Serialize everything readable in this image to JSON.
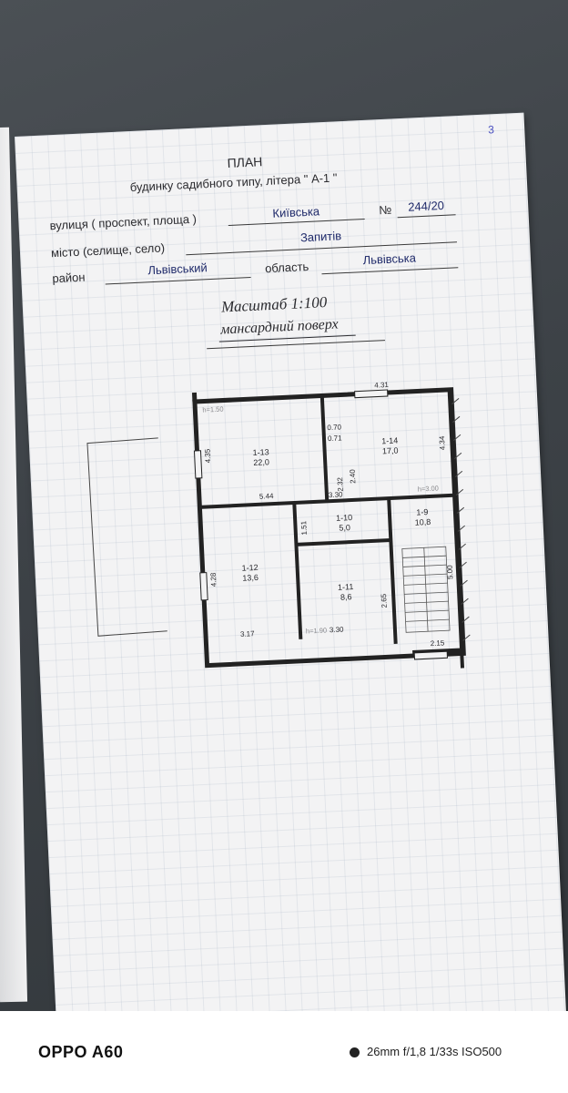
{
  "document": {
    "page_number": "3",
    "title": "ПЛАН",
    "subtitle_prefix": "будинку садибного типу, літера",
    "litera_value": "\" А-1 \"",
    "street_label": "вулиця ( проспект, площа )",
    "street_value": "Київська",
    "number_label": "№",
    "number_value": "244/20",
    "city_label": "місто (селище, село)",
    "city_value": "Запитів",
    "district_label": "район",
    "district_value": "Львівський",
    "region_label": "область",
    "region_value": "Львівська",
    "scale": "Масштаб 1:100",
    "floor": "мансардний поверх"
  },
  "plan": {
    "rooms": [
      {
        "id": "1-13",
        "area": "22,0"
      },
      {
        "id": "1-14",
        "area": "17,0"
      },
      {
        "id": "1-10",
        "area": "5,0"
      },
      {
        "id": "1-9",
        "area": "10,8"
      },
      {
        "id": "1-12",
        "area": "13,6"
      },
      {
        "id": "1-11",
        "area": "8,6"
      }
    ],
    "dimensions": [
      "4.31",
      "4.34",
      "0.70",
      "0.71",
      "2.32",
      "2.40",
      "4.35",
      "5.44",
      "3.30",
      "1.51",
      "4.28",
      "2.65",
      "5.00",
      "3.17",
      "3.30",
      "2.15"
    ],
    "heights": [
      "h=1.50",
      "h=3.00",
      "h=1.90"
    ]
  },
  "camera": {
    "brand": "OPPO A60",
    "exif": "26mm  f/1,8  1/33s  ISO500"
  }
}
